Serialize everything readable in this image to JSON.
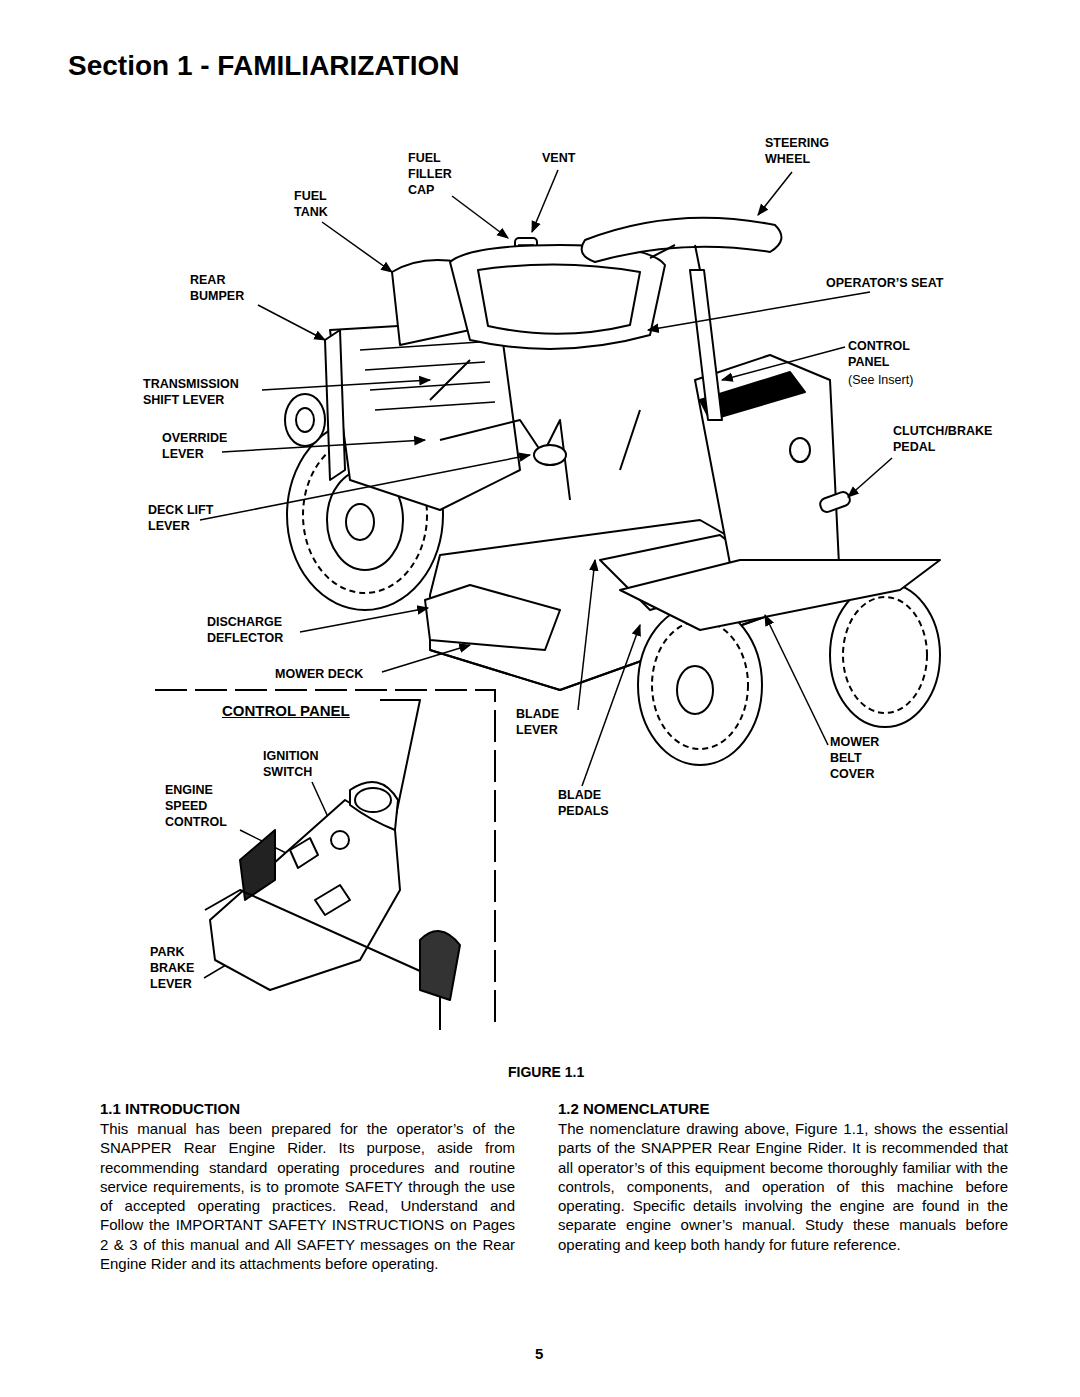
{
  "diagram": {
    "title": "Section 1 - FAMILIARIZATION",
    "caption": "FIGURE 1.1",
    "labels": [
      "FUEL TANK",
      "FUEL FILLER CAP",
      "VENT",
      "STEERING WHEEL",
      "REAR BUMPER",
      "OPERATOR’S SEAT",
      "CONTROL PANEL",
      "(See Insert)",
      "TRANSMISSION SHIFT LEVER",
      "CLUTCH/BRAKE PEDAL",
      "OVERRIDE LEVER",
      "DECK LIFT LEVER",
      "DISCHARGE DEFLECTOR",
      "MOWER DECK",
      "CONTROL PANEL",
      "BLADE LEVER",
      "IGNITION SWITCH",
      "MOWER BELT COVER",
      "ENGINE SPEED CONTROL",
      "BLADE PEDALS",
      "PARK BRAKE LEVER",
      "1.1 INTRODUCTION",
      "This manual has been prepared for the operator’s of the SNAPPER Rear Engine Rider. Its purpose, aside from recommending standard operating procedures and routine service requirements, is to promote SAFETY through the use of accepted operating practices. Read, Understand and Follow the IMPORTANT SAFETY INSTRUCTIONS on Pages 2 & 3 of this manual and All SAFETY messages on the Rear Engine Rider and its attachments before operating.",
      "1.2 NOMENCLATURE",
      "The nomenclature drawing above, Figure 1.1, shows the essential parts of the SNAPPER Rear Engine Rider. It is recommended that all operator’s of this equipment become thoroughly familiar with the controls, components, and operation of this machine before operating. Specific details involving the engine are found in the separate engine owner’s manual. Study these manuals before operating and keep both handy for future reference.",
      "5"
    ]
  }
}
